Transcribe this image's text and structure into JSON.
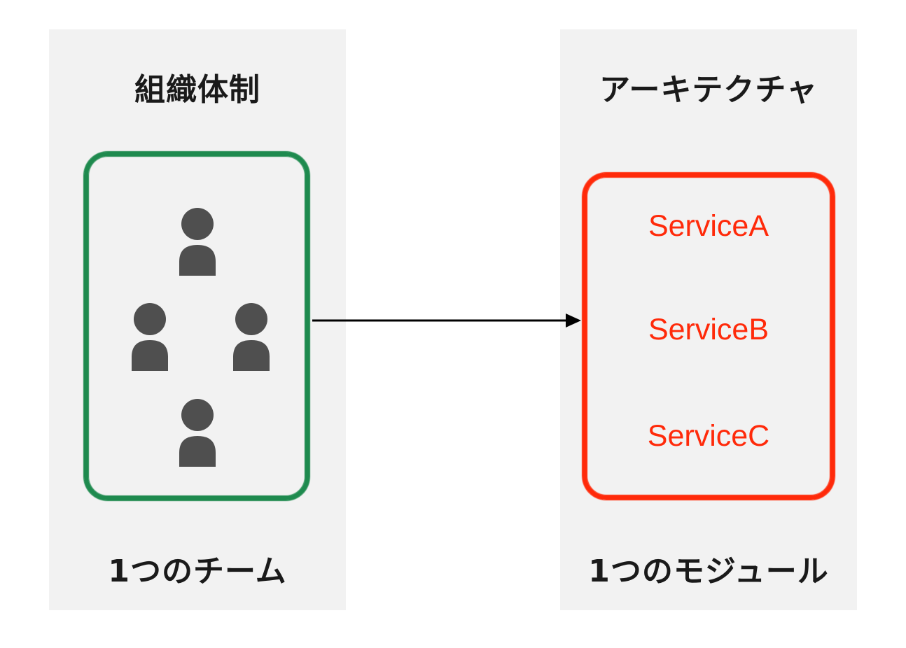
{
  "colors": {
    "team_frame": "#1e8a4e",
    "module_frame": "#ff2a0a",
    "person_icon": "#4f4f4f",
    "panel_bg": "#f2f2f2",
    "arrow": "#000000"
  },
  "left_panel": {
    "title": "組織体制",
    "caption": "1つのチーム",
    "icons": [
      "person-icon",
      "person-icon",
      "person-icon",
      "person-icon"
    ]
  },
  "right_panel": {
    "title": "アーキテクチャ",
    "caption": "1つのモジュール",
    "services": [
      "ServiceA",
      "ServiceB",
      "ServiceC"
    ]
  },
  "connector": {
    "icon": "arrow-right-icon"
  }
}
